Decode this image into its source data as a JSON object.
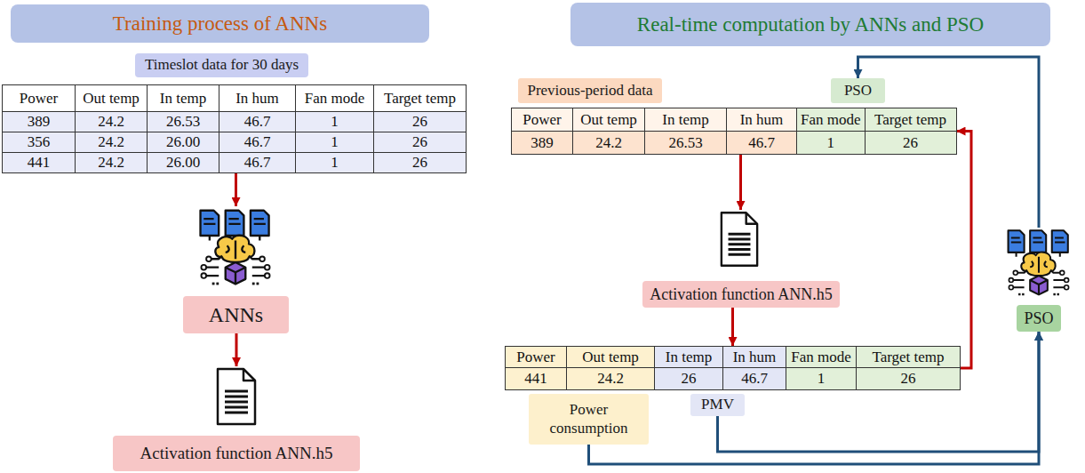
{
  "diagram": {
    "nodes": [
      {
        "text": [
          "Training process of ANNs"
        ]
      },
      {
        "text": [
          "Timeslot data for 30 days"
        ]
      },
      {
        "text": [
          "Power",
          "Out temp",
          "In temp",
          "In hum",
          "Fan mode",
          "Target temp",
          "389",
          "24.2",
          "26.53",
          "46.7",
          "1",
          "26",
          "356",
          "24.2",
          "26.00",
          "46.7",
          "1",
          "26",
          "441",
          "24.2",
          "26.00",
          "46.7",
          "1",
          "26"
        ]
      },
      {
        "text": [
          "ANNs"
        ]
      },
      {
        "text": [
          "Activation function ANN.h5"
        ]
      },
      {
        "text": [
          "Real-time computation by ANNs and PSO"
        ]
      },
      {
        "text": [
          "Previous-period data"
        ]
      },
      {
        "text": [
          "PSO"
        ]
      },
      {
        "text": [
          "Power",
          "Out temp",
          "In temp",
          "In hum",
          "Fan mode",
          "Target temp",
          "389",
          "24.2",
          "26.53",
          "46.7",
          "1",
          "26"
        ]
      },
      {
        "text": [
          "Activation function ANN.h5"
        ]
      },
      {
        "text": [
          "Power",
          "Out temp",
          "In temp",
          "In hum",
          "Fan mode",
          "Target temp",
          "441",
          "24.2",
          "26",
          "46.7",
          "1",
          "26"
        ]
      },
      {
        "text": [
          "Power consumption"
        ]
      },
      {
        "text": [
          "PMV"
        ]
      },
      {
        "text": [
          "PSO"
        ]
      }
    ],
    "edges": [
      {
        "from": 2,
        "to": 3,
        "arrow": "to"
      },
      {
        "from": 3,
        "to": 4,
        "arrow": "to"
      },
      {
        "from": 8,
        "to": 9,
        "arrow": "to"
      },
      {
        "from": 9,
        "to": 10,
        "arrow": "to"
      },
      {
        "from": 10,
        "to": 8,
        "arrow": "to"
      },
      {
        "from": 11,
        "to": 13,
        "arrow": "to"
      },
      {
        "from": 12,
        "to": 13,
        "arrow": "to"
      },
      {
        "from": 13,
        "to": 7,
        "arrow": "to"
      }
    ]
  }
}
